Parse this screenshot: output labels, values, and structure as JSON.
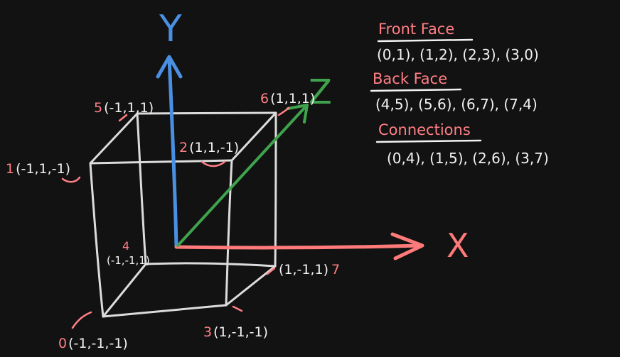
{
  "colors": {
    "background": "#121212",
    "edges": "#dcdcdc",
    "x_axis": "#ff7a7a",
    "y_axis": "#4a90e2",
    "z_axis": "#3fa34d",
    "labels": "#ff7f85",
    "text": "#f2f2f2"
  },
  "axes": {
    "x": "X",
    "y": "Y",
    "z": "Z"
  },
  "vertices": [
    {
      "index": "0",
      "coord": "(-1,-1,-1)"
    },
    {
      "index": "1",
      "coord": "(-1,1,-1)"
    },
    {
      "index": "2",
      "coord": "(1,1,-1)"
    },
    {
      "index": "3",
      "coord": "(1,-1,-1)"
    },
    {
      "index": "4",
      "coord": "(-1,-1,1)"
    },
    {
      "index": "5",
      "coord": "(-1,1,1)"
    },
    {
      "index": "6",
      "coord": "(1,1,1)"
    },
    {
      "index": "7",
      "coord": "(1,-1,1)"
    }
  ],
  "notes": {
    "front_face": {
      "title": "Front Face",
      "edges": "(0,1), (1,2), (2,3), (3,0)"
    },
    "back_face": {
      "title": "Back Face",
      "edges": "(4,5), (5,6), (6,7), (7,4)"
    },
    "connections": {
      "title": "Connections",
      "edges": "(0,4), (1,5), (2,6), (3,7)"
    }
  }
}
